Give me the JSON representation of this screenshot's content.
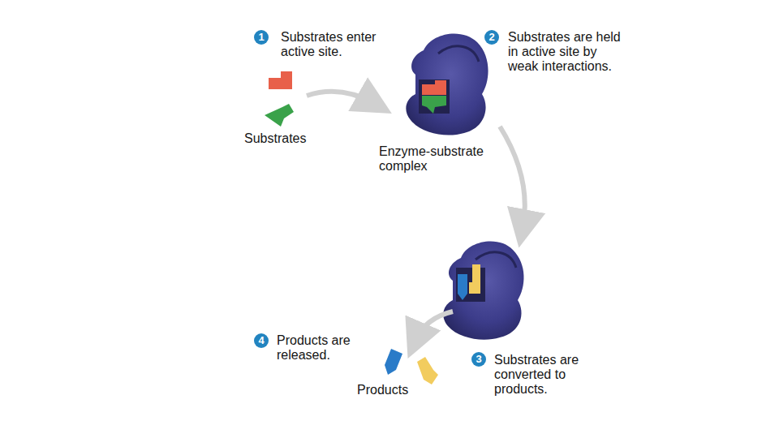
{
  "diagram": {
    "nodes": [
      {
        "text": [
          "1"
        ]
      },
      {
        "text": [
          "2"
        ]
      },
      {
        "text": [
          "3"
        ]
      },
      {
        "text": [
          "4"
        ]
      }
    ],
    "labels": [
      "Substrates enter active site.",
      "Substrates are held in active site by weak interactions.",
      "Substrates",
      "Enzyme-substrate complex",
      "Products are released.",
      "Substrates are converted to products.",
      "Products"
    ]
  }
}
